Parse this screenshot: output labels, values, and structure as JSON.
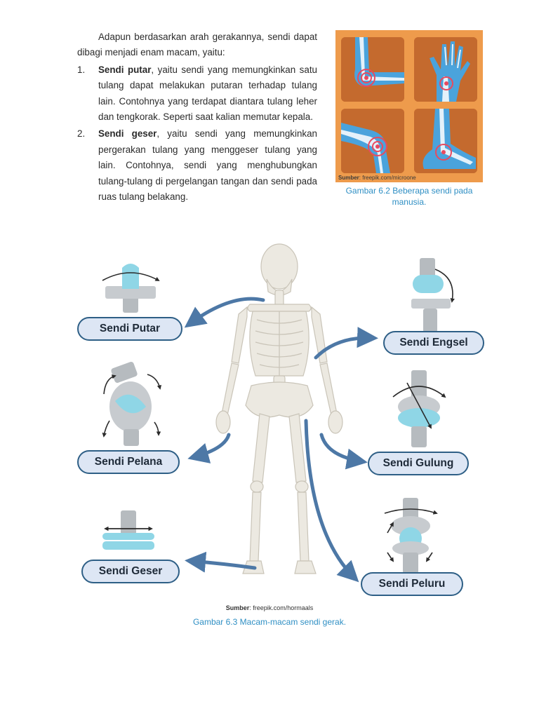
{
  "intro": "Adapun berdasarkan arah gerakannya, sendi dapat dibagi menjadi enam macam, yaitu:",
  "list": [
    {
      "number": "1.",
      "term": "Sendi putar",
      "text": ", yaitu sendi yang memungkinkan satu tulang dapat melakukan putaran terhadap tulang lain. Contohnya yang terdapat diantara tulang leher dan tengkorak. Seperti saat kalian memutar kepala."
    },
    {
      "number": "2.",
      "term": "Sendi geser",
      "text": ", yaitu sendi yang memungkinkan pergerakan tulang yang menggeser tulang yang lain. Contohnya, sendi yang menghubungkan tulang-tulang di pergelangan tangan dan sendi pada ruas tulang belakang."
    }
  ],
  "figure1": {
    "source_label": "Sumber",
    "source_text": ": freepik.com/microone",
    "caption": "Gambar 6.2 Beberapa sendi pada manusia.",
    "panel_color": "#ee9b4c"
  },
  "figure2": {
    "labels": {
      "putar": "Sendi Putar",
      "engsel": "Sendi Engsel",
      "pelana": "Sendi Pelana",
      "gulung": "Sendi Gulung",
      "geser": "Sendi Geser",
      "peluru": "Sendi Peluru"
    },
    "source_label": "Sumber",
    "source_text": ": freepik.com/hormaals",
    "caption": "Gambar 6.3 Macam-macam sendi gerak.",
    "accent_color": "#2e5f86",
    "joint_color": "#8fd6e6"
  }
}
